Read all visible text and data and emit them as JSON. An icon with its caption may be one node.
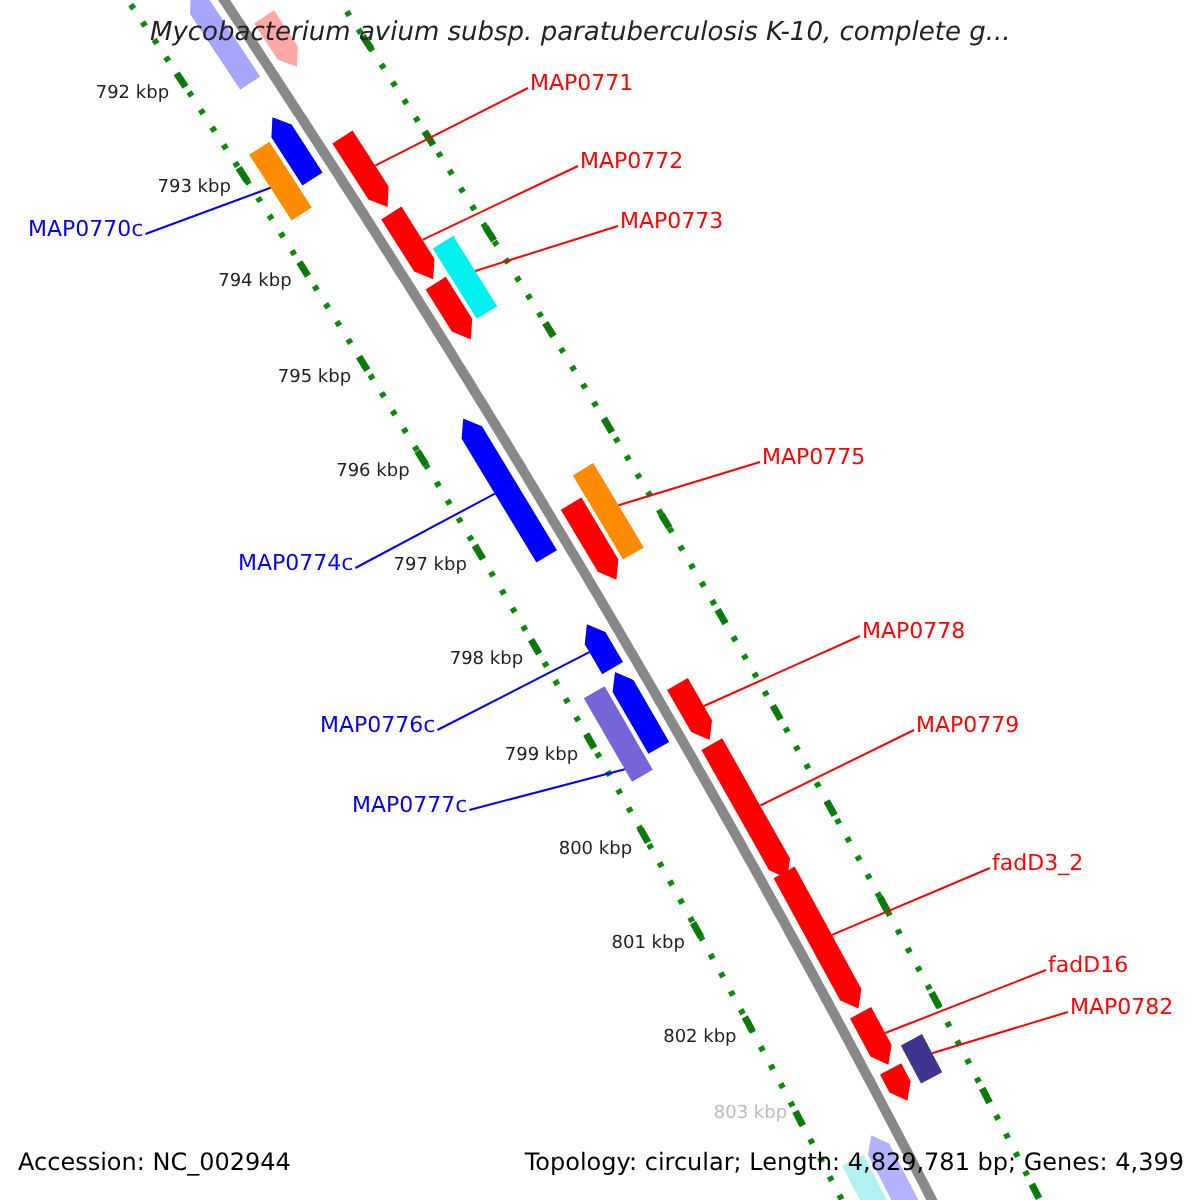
{
  "diagram": {
    "title": "Mycobacterium avium subsp. paratuberculosis K-10, complete g...",
    "nodes": [
      {
        "text": [
          "MAP0771"
        ]
      },
      {
        "text": [
          "MAP0772"
        ]
      },
      {
        "text": [
          "MAP0773"
        ]
      },
      {
        "text": [
          "MAP0770c"
        ]
      },
      {
        "text": [
          "MAP0775"
        ]
      },
      {
        "text": [
          "MAP0774c"
        ]
      },
      {
        "text": [
          "MAP0778"
        ]
      },
      {
        "text": [
          "MAP0776c"
        ]
      },
      {
        "text": [
          "MAP0779"
        ]
      },
      {
        "text": [
          "MAP0777c"
        ]
      },
      {
        "text": [
          "fadD3_2"
        ]
      },
      {
        "text": [
          "fadD16"
        ]
      },
      {
        "text": [
          "MAP0782"
        ]
      },
      {
        "text": [],
        "shape": "bar"
      },
      {
        "text": [],
        "shape": "bar"
      },
      {
        "text": [],
        "shape": "bar"
      },
      {
        "text": [],
        "shape": "bar"
      },
      {
        "text": [],
        "shape": "bar"
      },
      {
        "text": [],
        "shape": "bar"
      },
      {
        "text": [],
        "shape": "bar"
      },
      {
        "text": [],
        "shape": "bar"
      },
      {
        "text": [],
        "shape": "bar"
      },
      {
        "text": [],
        "shape": "bar"
      },
      {
        "text": [],
        "shape": "bar"
      },
      {
        "text": [],
        "shape": "bar"
      },
      {
        "text": [],
        "shape": "bar"
      },
      {
        "text": [],
        "shape": "bar"
      },
      {
        "text": [],
        "shape": "bar"
      },
      {
        "text": [],
        "shape": "bar"
      },
      {
        "text": [],
        "shape": "bar"
      },
      {
        "text": [],
        "shape": "bar"
      },
      {
        "text": [],
        "shape": "bar"
      },
      {
        "text": [],
        "shape": "bar"
      },
      {
        "text": [],
        "shape": "bar"
      },
      {
        "text": [],
        "shape": "bar"
      }
    ],
    "edges": [
      {
        "from": 0,
        "to": 17,
        "arrow": "none"
      },
      {
        "from": 1,
        "to": 18,
        "arrow": "none"
      },
      {
        "from": 2,
        "to": 19,
        "arrow": "none"
      },
      {
        "from": 3,
        "to": 16,
        "arrow": "none",
        "color": "#0000ff"
      },
      {
        "from": 4,
        "to": 22,
        "arrow": "none"
      },
      {
        "from": 5,
        "to": 21,
        "arrow": "none",
        "color": "#0000ff"
      },
      {
        "from": 6,
        "to": 27,
        "arrow": "none"
      },
      {
        "from": 7,
        "to": 24,
        "arrow": "none",
        "color": "#0000ff"
      },
      {
        "from": 8,
        "to": 28,
        "arrow": "none"
      },
      {
        "from": 9,
        "to": 26,
        "arrow": "none",
        "color": "#0000ff"
      },
      {
        "from": 10,
        "to": 29,
        "arrow": "none"
      },
      {
        "from": 11,
        "to": 30,
        "arrow": "none"
      },
      {
        "from": 12,
        "to": 31,
        "arrow": "none"
      }
    ],
    "labels": [
      "792 kbp",
      "793 kbp",
      "794 kbp",
      "795 kbp",
      "796 kbp",
      "797 kbp",
      "798 kbp",
      "799 kbp",
      "800 kbp",
      "801 kbp",
      "802 kbp",
      "803 kbp",
      "Accession: NC_002944",
      "Topology: circular; Length: 4,829,781 bp; Genes: 4,399"
    ]
  }
}
